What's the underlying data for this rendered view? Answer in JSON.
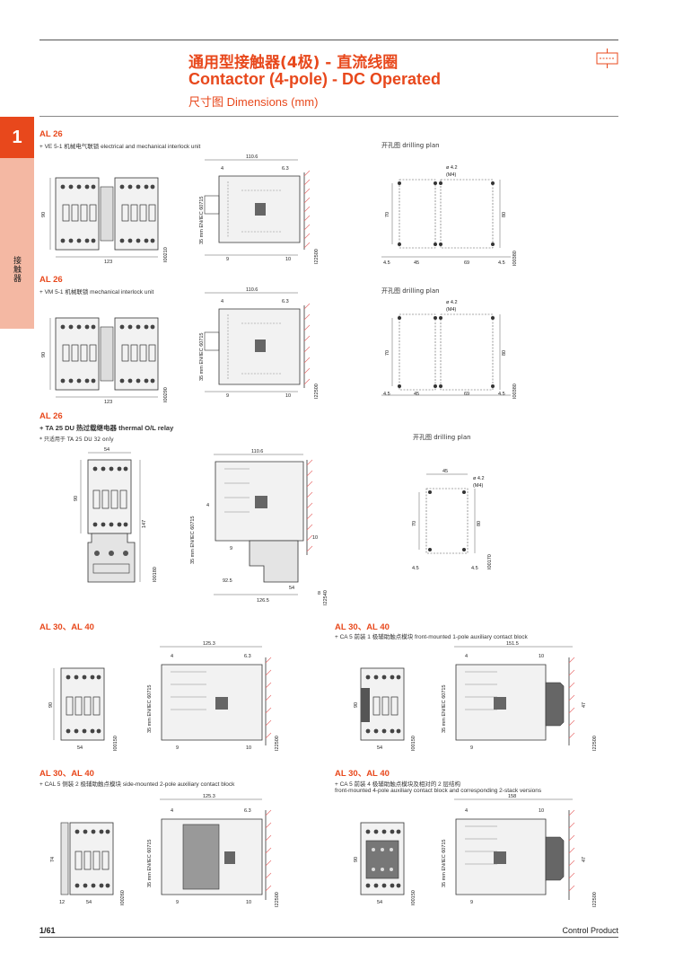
{
  "header": {
    "title_cn": "通用型接触器(4极) - 直流线圈",
    "title_en": "Contactor (4-pole) - DC Operated",
    "subtitle": "尺寸图 Dimensions (mm)"
  },
  "tab": {
    "number": "1",
    "label": "接触器"
  },
  "drilling_label": "开孔图 drilling plan",
  "rail_label": "35 mm EN/IEC 60715",
  "sections": [
    {
      "title": "AL 26",
      "subtitle": "+ VE 5-1 机械电气联锁 electrical and mechanical interlock unit",
      "dims": {
        "front_w": "123",
        "front_h": "90",
        "side_w": "110.6",
        "side_a": "4",
        "side_b": "6.3",
        "side_c": "9",
        "side_d": "10",
        "drill_hole": "ø 4.2",
        "drill_thread": "(M4)",
        "drill_h1": "70",
        "drill_h2": "80",
        "drill_a": "4.5",
        "drill_b": "45",
        "drill_c": "69",
        "drill_d": "4.5"
      },
      "codes": {
        "front": "I00210",
        "side": "I22500",
        "drill": "I00380"
      }
    },
    {
      "title": "AL 26",
      "subtitle": "+ VM 5-1 机械联锁 mechanical interlock unit",
      "dims": {
        "front_w": "123",
        "front_h": "90",
        "side_w": "110.6",
        "side_a": "4",
        "side_b": "6.3",
        "side_c": "9",
        "side_d": "10",
        "drill_hole": "ø 4.2",
        "drill_thread": "(M4)",
        "drill_h1": "70",
        "drill_h2": "80",
        "drill_a": "4.5",
        "drill_b": "45",
        "drill_c": "69",
        "drill_d": "4.5"
      },
      "codes": {
        "front": "I00290",
        "side": "I22500",
        "drill": "I00380"
      }
    },
    {
      "title": "AL 26",
      "subtitle": "+ TA 25 DU 热过载继电器 thermal O/L relay",
      "note": "* 只适用于 TA 25 DU 32 only",
      "dims": {
        "front_w": "54",
        "front_h": "90",
        "front_total": "147",
        "side_w": "110.6",
        "side_a": "4",
        "side_b": "9",
        "side_c": "10",
        "side_d": "92.5",
        "side_e": "54",
        "side_f": "8",
        "side_g": "126.5",
        "drill_hole": "ø 4.2",
        "drill_thread": "(M4)",
        "drill_top": "45",
        "drill_h1": "70",
        "drill_h2": "80",
        "drill_a": "4.5",
        "drill_b": "4.5"
      },
      "codes": {
        "front": "I00180",
        "side": "I22540",
        "drill": "I00170"
      }
    },
    {
      "title": "AL 30、AL 40",
      "subtitle": "",
      "dims": {
        "front_w": "54",
        "front_h": "90",
        "side_w": "125.3",
        "side_a": "4",
        "side_b": "6.3",
        "side_c": "9",
        "side_d": "10"
      },
      "codes": {
        "front": "I00150",
        "side": "I22500"
      }
    },
    {
      "title": "AL 30、AL 40",
      "subtitle": "+ CA 5 前装 1 极辅助触点模块 front-mounted 1-pole auxiliary contact block",
      "dims": {
        "front_w": "54",
        "front_h": "90",
        "side_w": "151.5",
        "side_a": "4",
        "side_b": "10",
        "side_c": "9",
        "side_d": "47"
      },
      "codes": {
        "front": "I00150",
        "side": "I22500"
      }
    },
    {
      "title": "AL 30、AL 40",
      "subtitle": "+ CAL 5 侧装 2 极辅助触点模块 side-mounted 2-pole auxiliary contact block",
      "dims": {
        "front_w": "54",
        "front_h": "74",
        "front_side": "12",
        "side_w": "125.3",
        "side_a": "4",
        "side_b": "6.3",
        "side_c": "9",
        "side_d": "10"
      },
      "codes": {
        "front": "I00260",
        "side": "I22500"
      }
    },
    {
      "title": "AL 30、AL 40",
      "subtitle": "+ CA 5 前装 4 极辅助触点模块及相对的 2 层结构",
      "subtitle2": "front-mounted 4-pole auxiliary contact block and corresponding 2-stack versions",
      "dims": {
        "front_w": "54",
        "front_h": "90",
        "side_w": "158",
        "side_a": "4",
        "side_b": "10",
        "side_c": "9",
        "side_d": "47"
      },
      "codes": {
        "front": "I00150",
        "side": "I22500"
      }
    }
  ],
  "footer": {
    "page": "1/61",
    "right": "Control Product"
  }
}
